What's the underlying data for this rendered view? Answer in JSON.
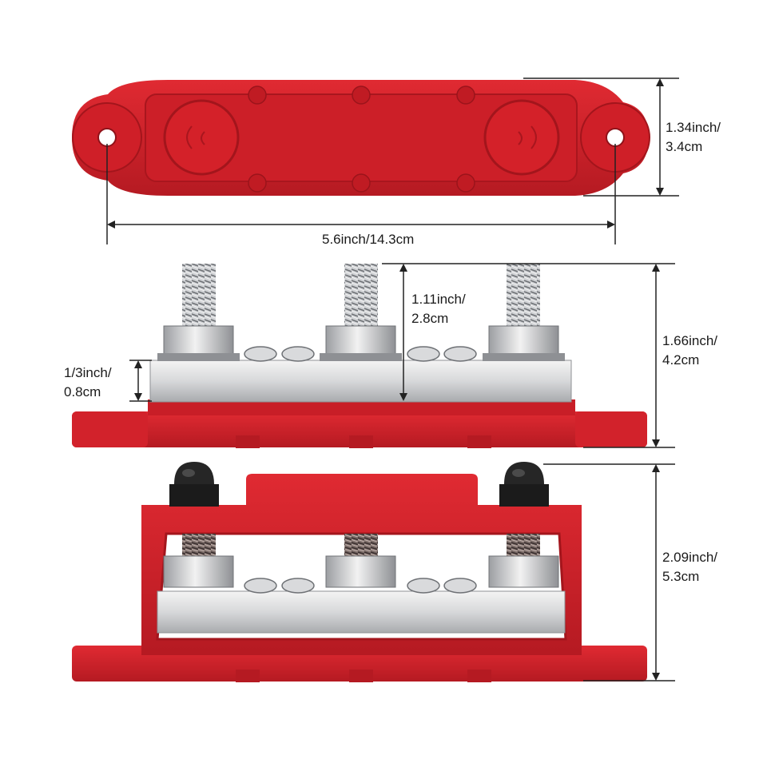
{
  "dimensions": {
    "length": "5.6inch/14.3cm",
    "width_inch": "1.34inch/",
    "width_cm": "3.4cm",
    "stud_inch": "1.11inch/",
    "stud_cm": "2.8cm",
    "base_inch": "1/3inch/",
    "base_cm": "0.8cm",
    "height_inch": "1.66inch/",
    "height_cm": "4.2cm",
    "cover_inch": "2.09inch/",
    "cover_cm": "5.3cm"
  },
  "colors": {
    "red": "#d0202a",
    "red_dark": "#a81620",
    "metal": "#c9cbcf",
    "black": "#1b1b1b"
  },
  "views": [
    "top-view",
    "front-view",
    "covered-view"
  ]
}
